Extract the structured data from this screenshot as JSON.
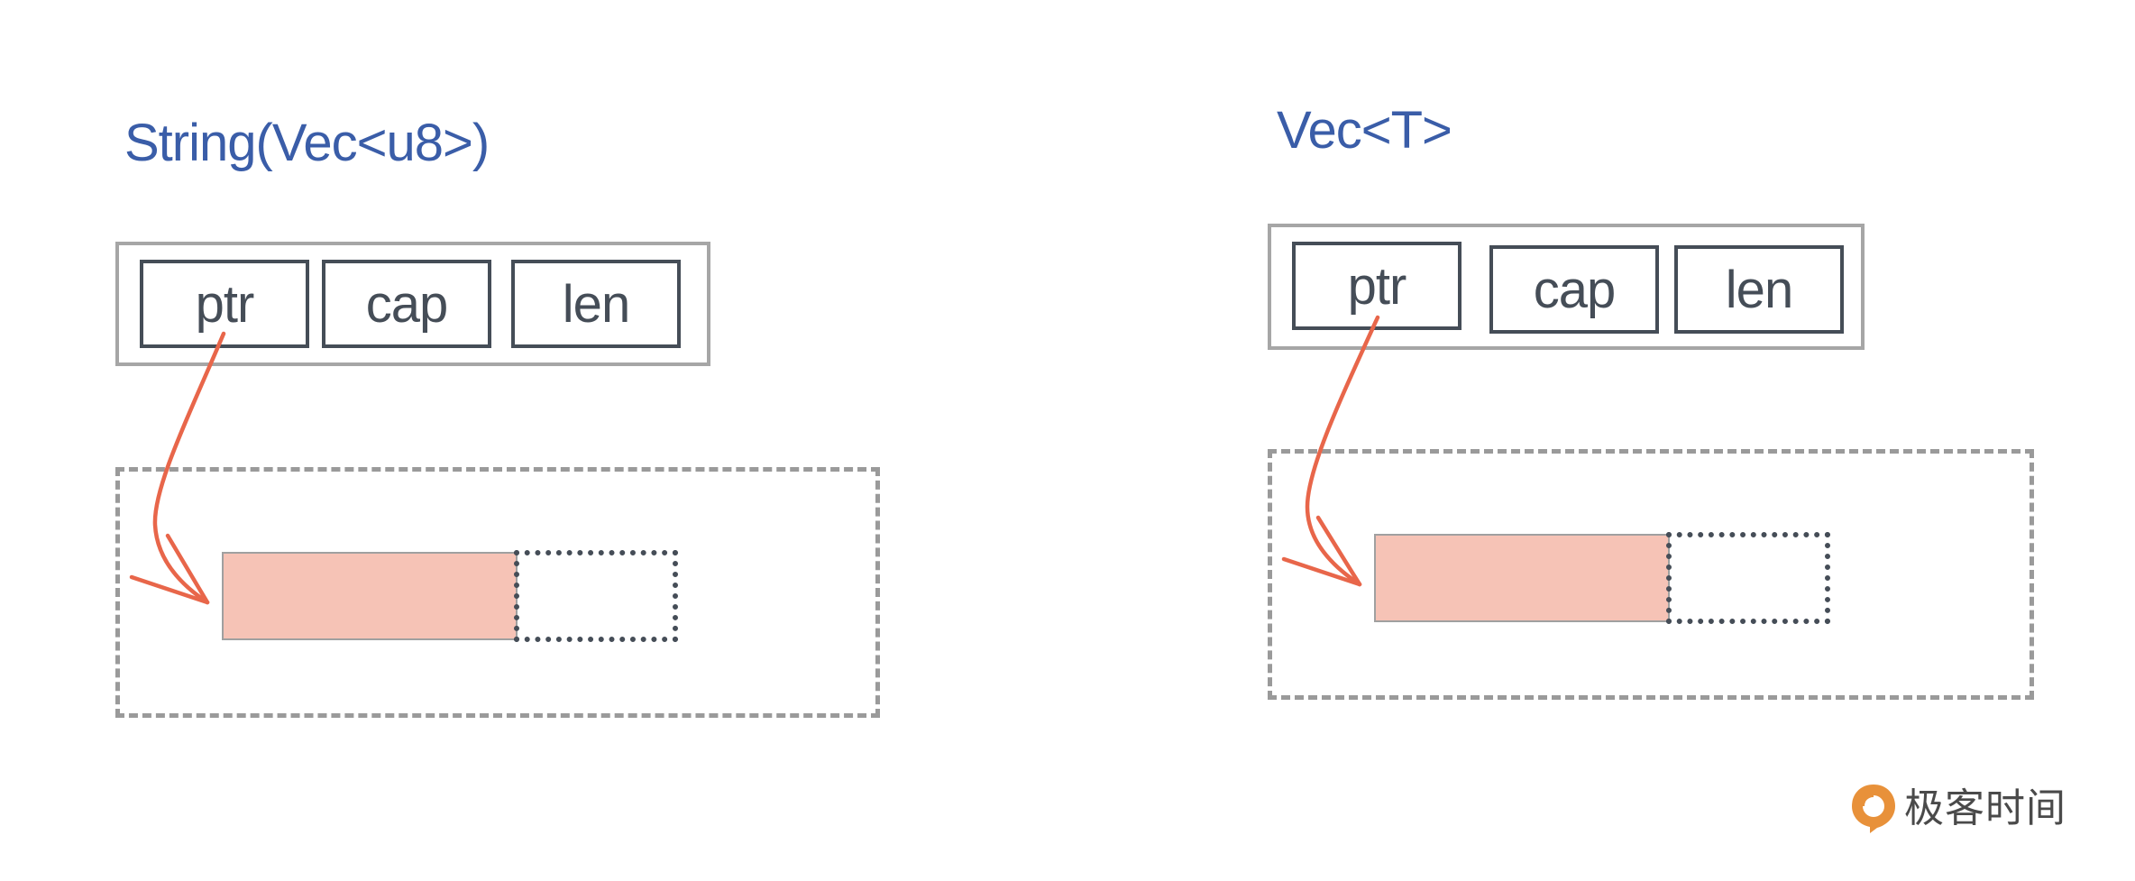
{
  "left": {
    "title": "String(Vec<u8>)",
    "fields": {
      "ptr": "ptr",
      "cap": "cap",
      "len": "len"
    }
  },
  "right": {
    "title": "Vec<T>",
    "fields": {
      "ptr": "ptr",
      "cap": "cap",
      "len": "len"
    }
  },
  "colors": {
    "title": "#3a5da8",
    "field_border": "#454d57",
    "struct_border": "#a6a6a6",
    "heap_border": "#9a9a9a",
    "filled": "#f6c3b6",
    "arrow": "#e8664a",
    "logo": "#e8913a"
  },
  "logo": {
    "text": "极客时间",
    "icon": "geektime-logo-icon"
  }
}
